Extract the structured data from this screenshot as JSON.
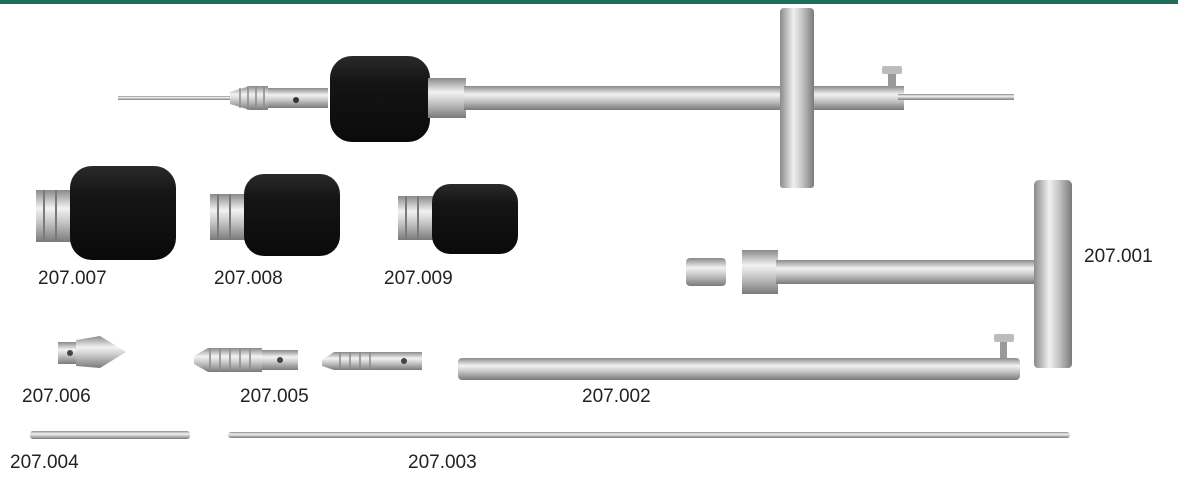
{
  "colors": {
    "accent_bar": "#1f6b5c",
    "steel_light": "#e4e4e4",
    "steel_mid": "#b8b8b8",
    "steel_dark": "#7d7d7d",
    "rubber": "#141414"
  },
  "labels": {
    "part_001": "207.001",
    "part_002": "207.002",
    "part_003": "207.003",
    "part_004": "207.004",
    "part_005": "207.005",
    "part_006": "207.006",
    "part_007": "207.007",
    "part_008": "207.008",
    "part_009": "207.009"
  }
}
